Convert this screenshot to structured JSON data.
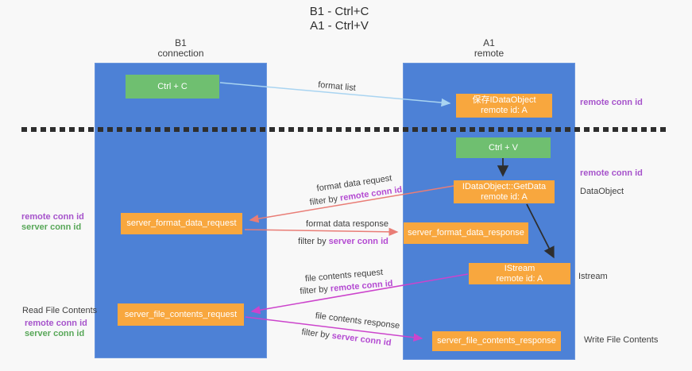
{
  "title": {
    "line1": "B1 - Ctrl+C",
    "line2": "A1 - Ctrl+V"
  },
  "columns": {
    "left": {
      "name": "B1",
      "subtitle": "connection"
    },
    "right": {
      "name": "A1",
      "subtitle": "remote"
    }
  },
  "nodes": {
    "ctrl_c": "Ctrl + C",
    "ctrl_v": "Ctrl + V",
    "save_dataobject": {
      "line1": "保存IDataObject",
      "line2": "remote id: A"
    },
    "getdata": {
      "line1": "IDataObject::GetData",
      "line2": "remote id: A"
    },
    "istream": {
      "line1": "IStream",
      "line2": "remote id: A"
    },
    "format_request": "server_format_data_request",
    "format_response": "server_format_data_response",
    "file_request": "server_file_contents_request",
    "file_response": "server_file_contents_response"
  },
  "flows": {
    "format_list": "format list",
    "format_req": {
      "line1": "format data request",
      "prefix": "filter by ",
      "value": "remote conn id"
    },
    "format_res": {
      "line1": "format data response",
      "prefix": "filter by ",
      "value": "server conn id"
    },
    "file_req": {
      "line1": "file contents request",
      "prefix": "filter by ",
      "value": "remote conn id"
    },
    "file_res": {
      "line1": "file contents response",
      "prefix": "filter by ",
      "value": "server conn id"
    }
  },
  "left_labels": {
    "group1": {
      "remote": "remote conn id",
      "server": "server conn id"
    },
    "group2": {
      "title": "Read File Contents",
      "remote": "remote conn id",
      "server": "server conn id"
    }
  },
  "right_labels": {
    "remote1": "remote conn id",
    "remote2": "remote conn id",
    "dataobject": "DataObject",
    "istream": "Istream",
    "write": "Write File Contents"
  },
  "colors": {
    "lifeline_blue": "#4d81d6",
    "box_orange": "#f8a73e",
    "box_green": "#6fbf70",
    "remote_conn_purple": "#a653cb",
    "server_conn_green": "#58a758",
    "format_arrow_salmon": "#e97d76",
    "file_arrow_magenta": "#cc44cc",
    "format_list_arrow_blue": "#a9d4f1",
    "dashed_line": "#2e2e2e"
  }
}
